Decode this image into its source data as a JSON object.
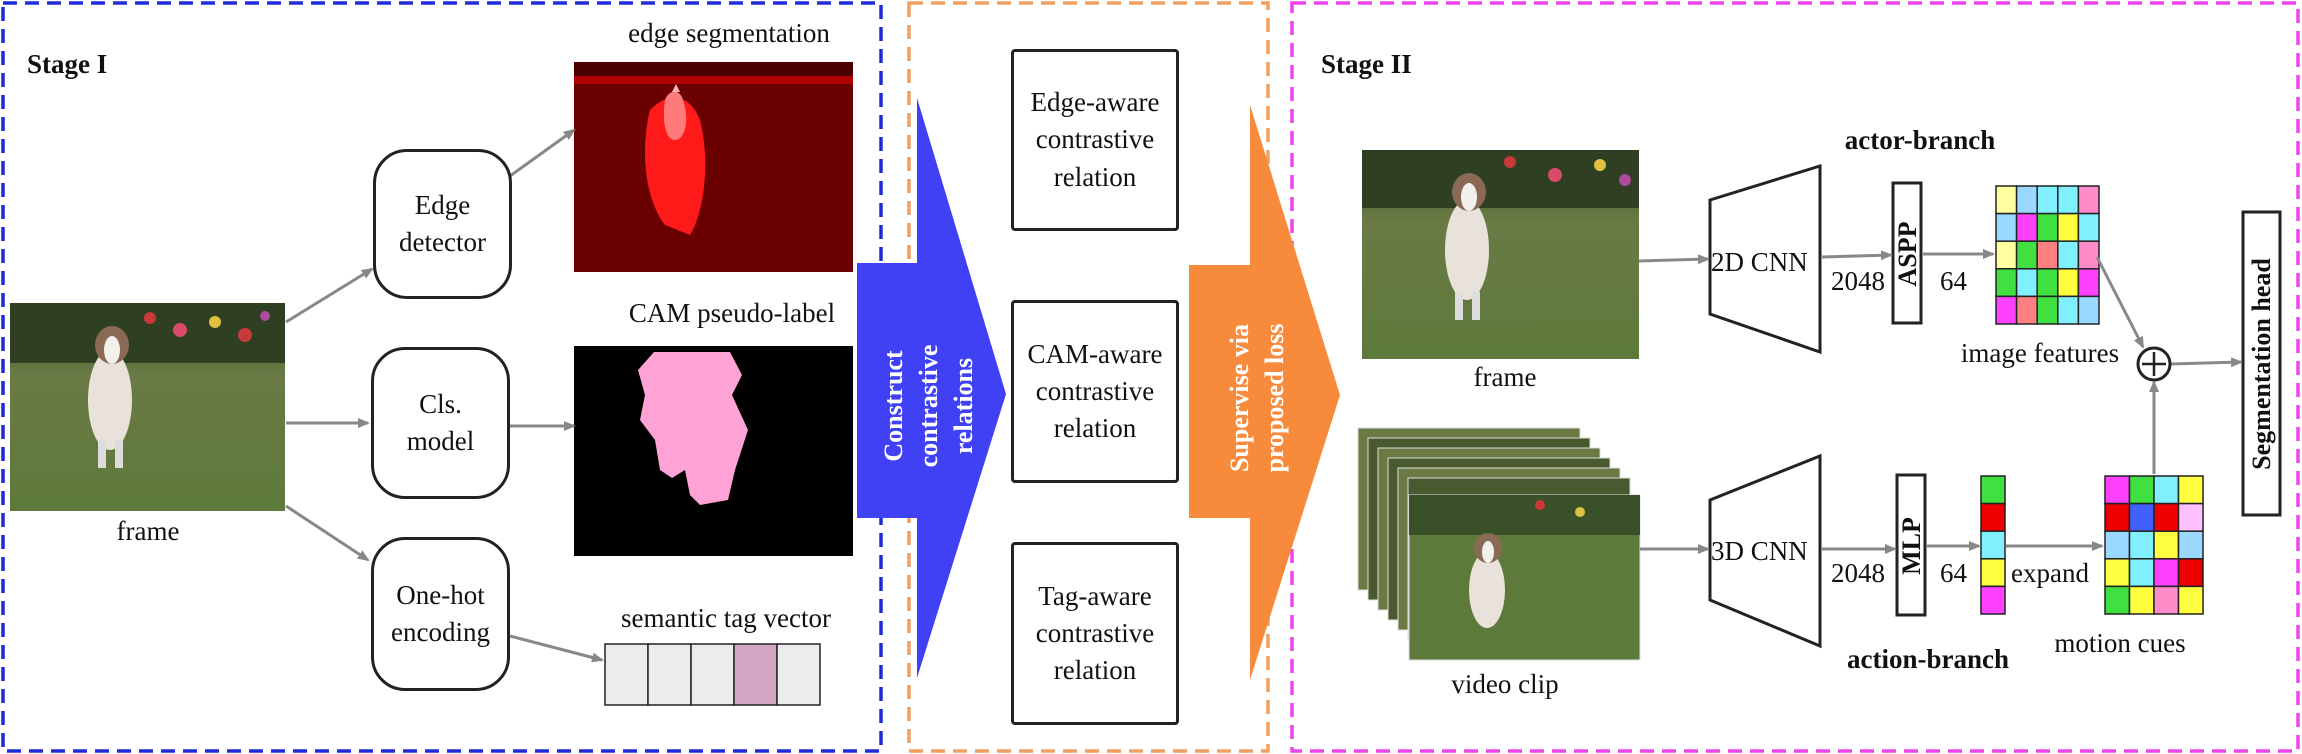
{
  "stage1": {
    "title": "Stage I",
    "frame_label": "frame",
    "edge_detector": "Edge\ndetector",
    "cls_model": "Cls.\nmodel",
    "onehot": "One-hot\nencoding",
    "edge_seg_label": "edge segmentation",
    "cam_label": "CAM pseudo-label",
    "tag_label": "semantic tag vector",
    "tag_vector_cells": 5,
    "tag_vector_active_index": 3
  },
  "middle": {
    "construct_arrow": "Construct\ncontrastive\nrelations",
    "edge_relation": "Edge-aware\ncontrastive\nrelation",
    "cam_relation": "CAM-aware\ncontrastive\nrelation",
    "tag_relation": "Tag-aware\ncontrastive\nrelation",
    "supervise_arrow": "Supervise via\nproposed loss"
  },
  "stage2": {
    "title": "Stage II",
    "actor_branch": "actor-branch",
    "action_branch": "action-branch",
    "frame_label": "frame",
    "clip_label": "video clip",
    "cnn2d": "2D CNN",
    "cnn3d": "3D CNN",
    "aspp": "ASPP",
    "mlp": "MLP",
    "dim_in_top": "2048",
    "dim_out_top": "64",
    "dim_in_bottom": "2048",
    "dim_out_bottom": "64",
    "expand": "expand",
    "image_features": "image features",
    "motion_cues": "motion cues",
    "seg_head": "Segmentation head",
    "plus_symbol": "+"
  },
  "colors": {
    "stage1_border": "#1f2bd6",
    "middle_border": "#f0a060",
    "stage2_border": "#ee44ee",
    "construct_arrow": "#4040f5",
    "supervise_arrow": "#f78a3b",
    "edge_bg": "#6a0000",
    "edge_fg": "#ff1a1a",
    "cam_fg": "#ffa3d6",
    "tag_active": "#d4a6c4",
    "tag_cell": "#ececec"
  },
  "image_features_grid": [
    [
      "#ffffa0",
      "#9ad8ff",
      "#80f0ff",
      "#80f0ff",
      "#ff8cc8"
    ],
    [
      "#9ad8ff",
      "#ff40ff",
      "#40e040",
      "#ffff40",
      "#80f0ff"
    ],
    [
      "#ffffa0",
      "#40e040",
      "#ff8080",
      "#80f0ff",
      "#ff8cc8"
    ],
    [
      "#40e040",
      "#80f0ff",
      "#40e040",
      "#ffff40",
      "#ff40ff"
    ],
    [
      "#ff40ff",
      "#ff8080",
      "#40e040",
      "#80f0ff",
      "#9ad8ff"
    ]
  ],
  "mlp_vector": [
    "#40e040",
    "#ee0000",
    "#80f0ff",
    "#ffff40",
    "#ff40ff"
  ],
  "motion_cues_grid": [
    [
      "#ff40ff",
      "#40e040",
      "#80f0ff",
      "#ffff40"
    ],
    [
      "#ee0000",
      "#4060ff",
      "#ee0000",
      "#ffc0ff"
    ],
    [
      "#9ad8ff",
      "#80f0ff",
      "#ffff40",
      "#9ad8ff"
    ],
    [
      "#ffff40",
      "#80f0ff",
      "#ff40ff",
      "#ee0000"
    ],
    [
      "#40e040",
      "#ffff40",
      "#ff8cc8",
      "#ffff40"
    ]
  ]
}
